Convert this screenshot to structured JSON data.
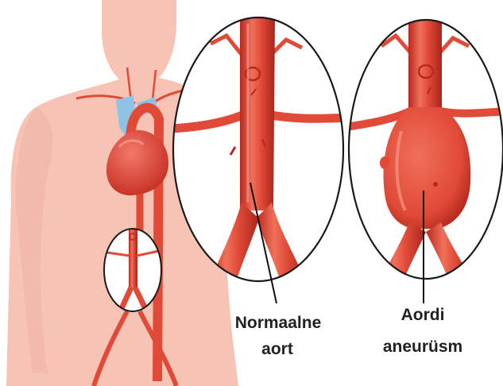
{
  "labels": {
    "normal_line1": "Normaalne",
    "normal_line2": "aort",
    "aneurysm_line1": "Aordi",
    "aneurysm_line2": "aneurüsm"
  },
  "colors": {
    "background": "#ffffff",
    "skin": "#f6c3b4",
    "skin_shadow": "#e9a996",
    "artery": "#e04a37",
    "artery_dark": "#b8281c",
    "artery_light": "#f0705a",
    "vein": "#8fc3e6",
    "heart": "#e8493a",
    "lens_outline": "#1a1a1a",
    "text": "#231f20"
  },
  "icons": {
    "normal_view": "normal-aorta-magnified-icon",
    "aneurysm_view": "aneurysm-magnified-icon",
    "torso_view": "torso-circulation-icon",
    "abdominal_inset": "abdominal-aorta-inset-icon"
  }
}
